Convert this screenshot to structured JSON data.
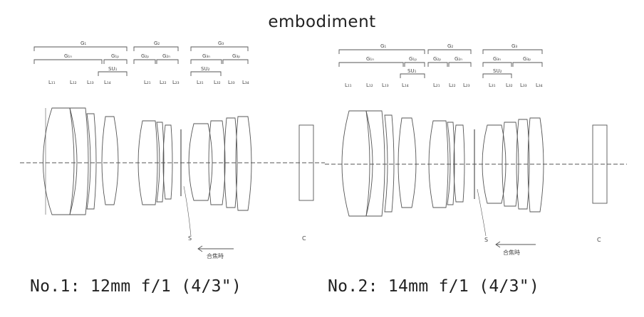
{
  "title": "embodiment",
  "colors": {
    "ink": "#444444",
    "axis": "#555555",
    "background": "#ffffff"
  },
  "left": {
    "caption": "No.1: 12mm f/1 (4/3\")",
    "groups": {
      "g1": "G₁",
      "g2": "G₂",
      "g3": "G₃"
    },
    "subgroups": {
      "g1n": "G₁ₙ",
      "g1p": "G₁ₚ",
      "g2p": "G₂ₚ",
      "g2n": "G₂ₙ",
      "g3n": "G₃ₙ",
      "g3p": "G₃ₚ"
    },
    "units": {
      "su1": "SU₁",
      "su2": "SU₂"
    },
    "lens_labels": [
      "L₁₁",
      "L₁₂",
      "L₁₃",
      "L₁₄",
      "L₂₁",
      "L₂₂",
      "L₂₃",
      "L₃₁",
      "L₃₂",
      "L₃₃",
      "L₃₄"
    ],
    "stop_label": "S",
    "cover_label": "C",
    "focus_label": "合焦時"
  },
  "right": {
    "caption": "No.2: 14mm f/1 (4/3\")",
    "groups": {
      "g1": "G₁",
      "g2": "G₂",
      "g3": "G₃"
    },
    "subgroups": {
      "g1n": "G₁ₙ",
      "g1p": "G₁ₚ",
      "g2p": "G₂ₚ",
      "g2n": "G₂ₙ",
      "g3n": "G₃ₙ",
      "g3p": "G₃ₚ"
    },
    "units": {
      "su1": "SU₁",
      "su2": "SU₂"
    },
    "lens_labels": [
      "L₁₁",
      "L₁₂",
      "L₁₃",
      "L₁₄",
      "L₂₁",
      "L₂₂",
      "L₂₃",
      "L₃₁",
      "L₃₂",
      "L₃₃",
      "L₃₄"
    ],
    "stop_label": "S",
    "cover_label": "C",
    "focus_label": "合焦時"
  }
}
